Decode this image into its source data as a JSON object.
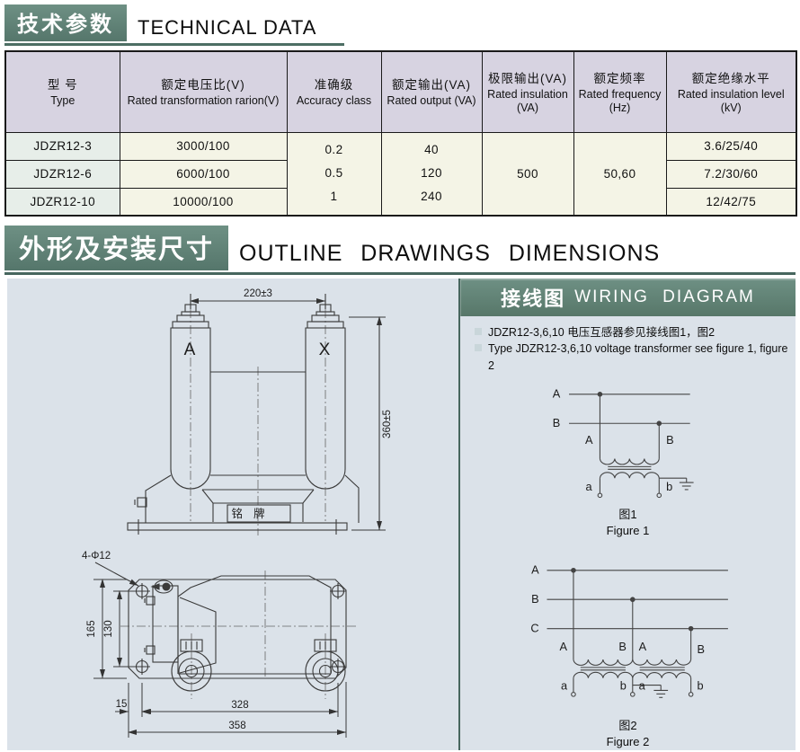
{
  "colors": {
    "teal": "#5d7f75",
    "teal_dark": "#47665e",
    "table_header_bg": "#d7d3e1",
    "type_col_bg": "#e7eee9",
    "cell_bg": "#f4f4e6",
    "panel_bg": "#dbe2e9"
  },
  "tech": {
    "title_zh": "技术参数",
    "title_en": "TECHNICAL DATA",
    "table": {
      "headers": [
        {
          "zh": "型 号",
          "en": "Type"
        },
        {
          "zh": "额定电压比(V)",
          "en": "Rated transformation rarion(V)"
        },
        {
          "zh": "准确级",
          "en": "Accuracy class"
        },
        {
          "zh": "额定输出(VA)",
          "en": "Rated output (VA)"
        },
        {
          "zh": "极限输出(VA)",
          "en": "Rated insulation (VA)"
        },
        {
          "zh": "额定频率",
          "en": "Rated frequency (Hz)"
        },
        {
          "zh": "额定绝缘水平",
          "en": "Rated insulation level (kV)"
        }
      ],
      "rows": [
        {
          "type": "JDZR12-3",
          "ratio": "3000/100",
          "level": "3.6/25/40"
        },
        {
          "type": "JDZR12-6",
          "ratio": "6000/100",
          "level": "7.2/30/60"
        },
        {
          "type": "JDZR12-10",
          "ratio": "10000/100",
          "level": "12/42/75"
        }
      ],
      "accuracy_class": [
        "0.2",
        "0.5",
        "1"
      ],
      "rated_output": [
        "40",
        "120",
        "240"
      ],
      "limit_output": "500",
      "frequency": "50,60"
    }
  },
  "outline": {
    "title_zh": "外形及安装尺寸",
    "title_en": "OUTLINE DRAWINGS DIMENSIONS",
    "front_view": {
      "dim_width": "220±3",
      "dim_height": "360±5",
      "terminal_a": "A",
      "terminal_x": "X",
      "nameplate": "铭牌"
    },
    "top_view": {
      "holes_label": "4-Φ12",
      "dim_plate_h": "165",
      "dim_holes_v": "130",
      "dim_edge": "15",
      "dim_holes_h": "328",
      "dim_plate_w": "358"
    }
  },
  "wiring": {
    "title_zh": "接线图",
    "title_en": "WIRING DIAGRAM",
    "notes": [
      "JDZR12-3,6,10 电压互感器参见接线图1，图2",
      "Type JDZR12-3,6,10 voltage transformer see figure 1, figure 2"
    ],
    "fig1": {
      "bus": [
        "A",
        "B"
      ],
      "primary": [
        "A",
        "B"
      ],
      "secondary": [
        "a",
        "b"
      ],
      "caption_zh": "图1",
      "caption_en": "Figure 1"
    },
    "fig2": {
      "bus": [
        "A",
        "B",
        "C"
      ],
      "primary": [
        "A",
        "B",
        "A",
        "B"
      ],
      "secondary": [
        "a",
        "b",
        "a",
        "b"
      ],
      "caption_zh": "图2",
      "caption_en": "Figure 2"
    }
  }
}
